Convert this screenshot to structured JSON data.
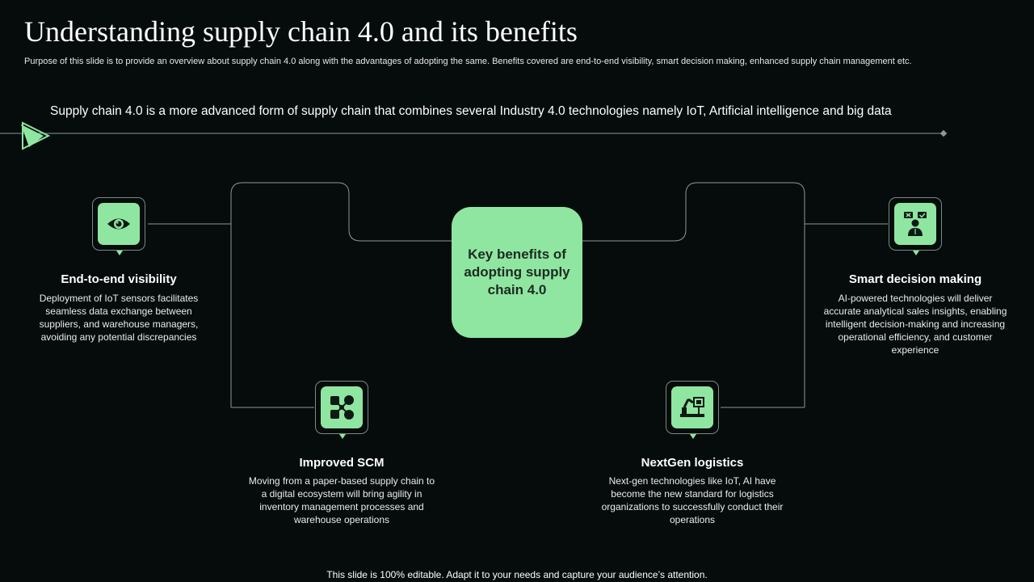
{
  "header": {
    "title": "Understanding supply chain 4.0 and its benefits",
    "subtitle": "Purpose of this slide is to provide an overview about supply chain 4.0 along with the advantages of adopting the same. Benefits covered are end-to-end visibility, smart decision making, enhanced supply chain management etc."
  },
  "intro": "Supply chain 4.0 is a more advanced form of supply chain that combines several Industry  4.0 technologies namely IoT, Artificial intelligence and big data",
  "center": {
    "label": "Key benefits of adopting supply chain 4.0"
  },
  "benefits": [
    {
      "title": "End-to-end visibility",
      "desc": "Deployment of IoT sensors facilitates seamless data exchange between suppliers, and warehouse managers, avoiding any potential discrepancies",
      "icon": "eye-icon"
    },
    {
      "title": "Improved SCM",
      "desc": "Moving from a paper-based supply chain to a digital ecosystem will bring agility in inventory management processes and warehouse operations",
      "icon": "network-icon"
    },
    {
      "title": "NextGen logistics",
      "desc": "Next-gen technologies like IoT, AI have become the new standard for logistics organizations to successfully conduct their operations",
      "icon": "robot-arm-icon"
    },
    {
      "title": "Smart decision making",
      "desc": "AI-powered technologies will deliver accurate analytical sales insights, enabling intelligent decision-making and increasing operational efficiency, and customer experience",
      "icon": "decision-person-icon"
    }
  ],
  "footer": "This slide is 100% editable. Adapt it to your needs and capture your audience’s attention.",
  "colors": {
    "background": "#050c0b",
    "accent": "#8fe6a0",
    "line": "#8a9a92",
    "text": "#ffffff"
  }
}
